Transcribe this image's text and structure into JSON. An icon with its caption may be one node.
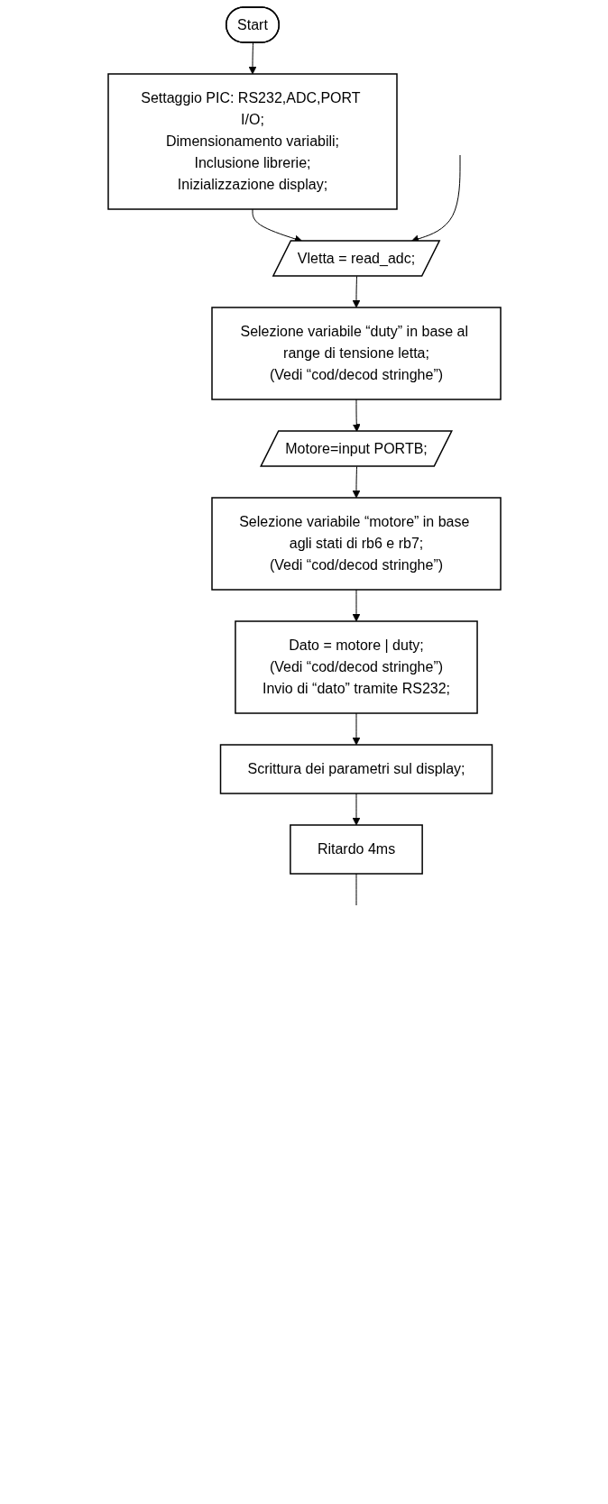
{
  "diagram": {
    "nodes": [
      {
        "text": [
          "Start"
        ]
      },
      {
        "text": [
          "Settaggio PIC: RS232,ADC,PORT I/O;",
          "Dimensionamento variabili;",
          "Inclusione librerie;",
          "Inizializzazione display;"
        ]
      },
      {
        "text": [
          "Vletta = read_adc;"
        ]
      },
      {
        "text": [
          "Selezione variabile “duty” in base al range di tensione letta;",
          "(Vedi “cod/decod stringhe”)"
        ]
      },
      {
        "text": [
          "Motore=input PORTB;"
        ]
      },
      {
        "text": [
          "Selezione variabile “motore” in base agli stati di rb6 e rb7;",
          "(Vedi “cod/decod stringhe”)"
        ]
      },
      {
        "text": [
          "Dato = motore | duty;",
          "(Vedi “cod/decod stringhe”)",
          "Invio di “dato” tramite RS232;"
        ]
      },
      {
        "text": [
          "Scrittura dei parametri sul display;"
        ]
      },
      {
        "text": [
          "Ritardo 4ms"
        ]
      }
    ],
    "edges": [
      {
        "from": 0,
        "to": 1,
        "arrow": "to"
      },
      {
        "from": 1,
        "to": 2,
        "arrow": "to"
      },
      {
        "from": null,
        "to": 2,
        "arrow": "to"
      },
      {
        "from": 2,
        "to": 3,
        "arrow": "to"
      },
      {
        "from": 3,
        "to": 4,
        "arrow": "to"
      },
      {
        "from": 4,
        "to": 5,
        "arrow": "to"
      },
      {
        "from": 5,
        "to": 6,
        "arrow": "to"
      },
      {
        "from": 6,
        "to": 7,
        "arrow": "to"
      },
      {
        "from": 7,
        "to": 8,
        "arrow": "to"
      },
      {
        "from": 8,
        "to": null,
        "arrow": "none"
      }
    ]
  }
}
